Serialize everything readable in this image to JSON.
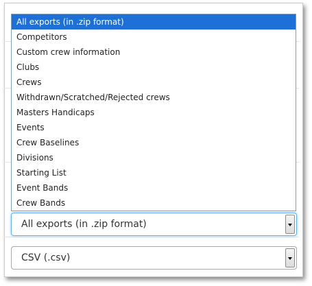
{
  "export_type": {
    "options": [
      "All exports (in .zip format)",
      "Competitors",
      "Custom crew information",
      "Clubs",
      "Crews",
      "Withdrawn/Scratched/Rejected crews",
      "Masters Handicaps",
      "Events",
      "Crew Baselines",
      "Divisions",
      "Starting List",
      "Event Bands",
      "Crew Bands"
    ],
    "highlighted_index": 0,
    "selected_value": "All exports (in .zip format)",
    "arrow_icon": "chevron-down-icon"
  },
  "file_format": {
    "selected_value": "CSV (.csv)",
    "arrow_icon": "chevron-down-icon"
  },
  "colors": {
    "highlight": "#1e70d6",
    "focus_border": "#66afe9",
    "list_border": "#7f9db9"
  }
}
